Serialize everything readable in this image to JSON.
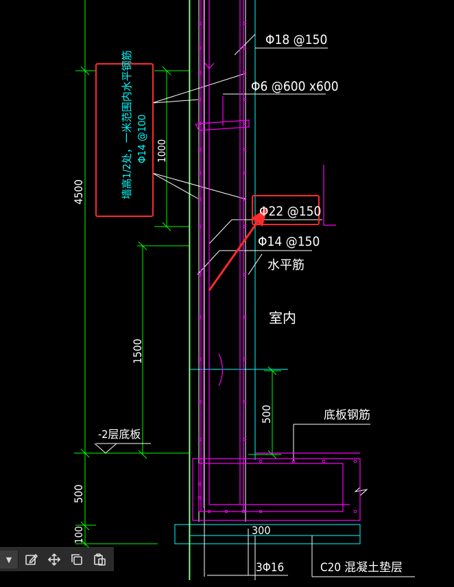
{
  "labels": {
    "rebar_top": "Φ18 @150",
    "stirrup": "Φ6 @600 x600",
    "vertical_highlight": "Φ22 @150",
    "horizontal_bar": "Φ14 @150",
    "horizontal_bar_cn": "水平筋",
    "indoor": "室内",
    "slab_rebar": "底板钢筋",
    "floor_label": "-2层底板",
    "bottom_bars": "3Φ16",
    "concrete_pad": "C20 混凝土垫层",
    "dim_300": "300"
  },
  "annotation": {
    "line1": "墙高1/2处，一米范围内水平钢筋",
    "line2": "Φ14 @100"
  },
  "dimensions": {
    "d4500": "4500",
    "d1000": "1000",
    "d1500": "1500",
    "d500_slab": "500",
    "d500_base": "500",
    "d100": "100"
  },
  "colors": {
    "background": "#000000",
    "green": "#00ff00",
    "cyan": "#00ffff",
    "magenta": "#ff00ff",
    "white": "#ffffff",
    "red": "#ff2a2a"
  },
  "toolbar": {
    "icons": [
      "dropdown-arrow-icon",
      "edit-icon",
      "move-icon",
      "copy-icon",
      "paste-icon"
    ]
  }
}
